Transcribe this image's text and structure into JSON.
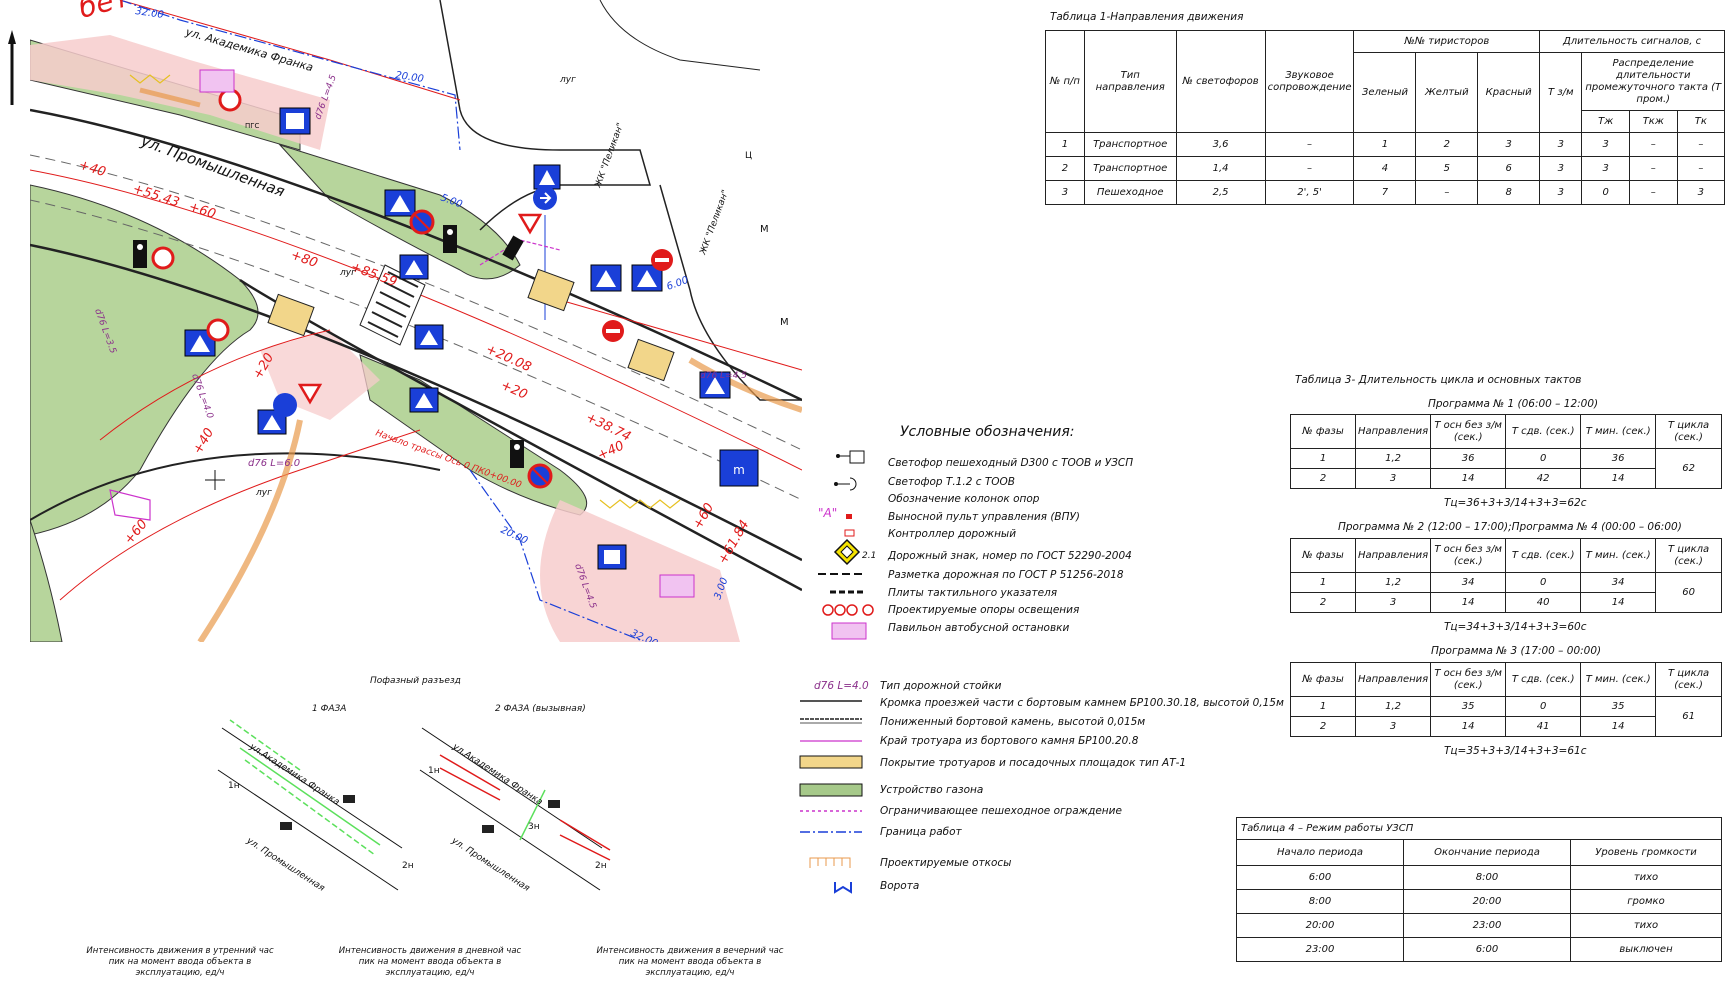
{
  "map": {
    "street_akademika": "ул. Академика Франка",
    "street_promyshlennaya": "ул. Промышленная",
    "dims": [
      "32.00",
      "20.00",
      "5.00",
      "20.00",
      "32.00",
      "3.00",
      "6.00"
    ],
    "pk_labels": [
      "+40",
      "+55.43",
      "+60",
      "+80",
      "+85.59",
      "+20",
      "+20.08",
      "+40",
      "+38.74",
      "+40",
      "+60",
      "+61.84",
      "+20",
      "+40",
      "+60"
    ],
    "lug": [
      "луг",
      "луг",
      "луг"
    ],
    "zk_labels": [
      "ЖК \"Пеликан\"",
      "ЖК \"Пеликан\""
    ],
    "start_label": "Начало трассы Ось 0 ПК0+00.00",
    "stand_labels": [
      "d76 L=4.5",
      "d76 L=6.0",
      "d76 L=4.5",
      "d76 L=3.5",
      "d76 L=4.0",
      "d76 L=4.5"
    ],
    "misc": [
      "Ц",
      "М",
      "ПГС",
      "м",
      "н",
      "А"
    ]
  },
  "table1": {
    "caption": "Таблица 1-Направления движения",
    "headers": {
      "num": "№ п/п",
      "type": "Тип направления",
      "lights": "№ светофоров",
      "sound": "Звуковое сопровождение",
      "thyristors": "№№ тиристоров",
      "green": "Зеленый",
      "yellow": "Желтый",
      "red": "Красный",
      "durations": "Длительность сигналов, с",
      "tzm": "Т з/м",
      "dist": "Распределение длительности промежуточного такта (Т пром.)",
      "tzh": "Тж",
      "tkzh": "Ткж",
      "tk": "Тк"
    },
    "rows": [
      [
        "1",
        "Транспортное",
        "3,6",
        "–",
        "1",
        "2",
        "3",
        "3",
        "3",
        "–",
        "–"
      ],
      [
        "2",
        "Транспортное",
        "1,4",
        "–",
        "4",
        "5",
        "6",
        "3",
        "3",
        "–",
        "–"
      ],
      [
        "3",
        "Пешеходное",
        "2,5",
        "2', 5'",
        "7",
        "–",
        "8",
        "3",
        "0",
        "–",
        "3"
      ]
    ]
  },
  "table3": {
    "caption": "Таблица 3-  Длительность цикла и основных тактов",
    "headers": [
      "№ фазы",
      "Направления",
      "Т осн без з/м (сек.)",
      "Т сдв. (сек.)",
      "Т мин. (сек.)",
      "Т цикла (сек.)"
    ],
    "programs": [
      {
        "title": "Программа № 1 (06:00 – 12:00)",
        "rows": [
          [
            "1",
            "1,2",
            "36",
            "0",
            "36"
          ],
          [
            "2",
            "3",
            "14",
            "42",
            "14"
          ]
        ],
        "cycle": "62",
        "formula": "Тц=36+3+3/14+3+3=62с"
      },
      {
        "title": "Программа № 2 (12:00 – 17:00);Программа № 4 (00:00 – 06:00)",
        "rows": [
          [
            "1",
            "1,2",
            "34",
            "0",
            "34"
          ],
          [
            "2",
            "3",
            "14",
            "40",
            "14"
          ]
        ],
        "cycle": "60",
        "formula": "Тц=34+3+3/14+3+3=60с"
      },
      {
        "title": "Программа № 3 (17:00 – 00:00)",
        "rows": [
          [
            "1",
            "1,2",
            "35",
            "0",
            "35"
          ],
          [
            "2",
            "3",
            "14",
            "41",
            "14"
          ]
        ],
        "cycle": "61",
        "formula": "Тц=35+3+3/14+3+3=61с"
      }
    ]
  },
  "table4": {
    "caption": "Таблица 4 – Режим работы УЗСП",
    "headers": [
      "Начало периода",
      "Окончание периода",
      "Уровень громкости"
    ],
    "rows": [
      [
        "6:00",
        "8:00",
        "тихо"
      ],
      [
        "8:00",
        "20:00",
        "громко"
      ],
      [
        "20:00",
        "23:00",
        "тихо"
      ],
      [
        "23:00",
        "6:00",
        "выключен"
      ]
    ]
  },
  "legend": {
    "title": "Условные обозначения:",
    "items": [
      "Светофор пешеходный D300 с ТООВ и УЗСП",
      "Светофор Т.1.2 с ТООВ",
      "Обозначение колонок опор",
      "Выносной пульт управления (ВПУ)",
      "Контроллер дорожный",
      "Дорожный знак, номер по ГОСТ 52290-2004",
      "Разметка дорожная по ГОСТ Р 51256-2018",
      "Плиты тактильного указателя",
      "Проектируемые опоры освещения",
      "Павильон автобусной остановки",
      "Тип дорожной стойки",
      "Кромка проезжей части с бортовым камнем БР100.30.18, высотой 0,15м",
      "Пониженный бортовой камень, высотой 0,015м",
      "Край тротуара из бортового камня БР100.20.8",
      "Покрытие тротуаров и посадочных площадок тип АТ-1",
      "Устройство газона",
      "Ограничивающее пешеходное ограждение",
      "Граница работ",
      "Проектируемые откосы",
      "Ворота"
    ],
    "stand_label": "d76 L=4.0",
    "a_label": "\"А\"",
    "sign_num": "2.1"
  },
  "phase": {
    "title": "Пофазный разъезд",
    "phase1": "1 ФАЗА",
    "phase2": "2 ФАЗА (вызывная)",
    "street_a": "ул.Академика Франка",
    "street_p": "ул. Промышленная",
    "labels": [
      "1н",
      "2н",
      "1н",
      "2н",
      "3н"
    ]
  },
  "intensity": [
    "Интенсивность движения в утренний час пик на момент ввода объекта в эксплуатацию, ед/ч",
    "Интенсивность движения в дневной час пик на момент ввода объекта в эксплуатацию, ед/ч",
    "Интенсивность движения в вечерний час пик на момент ввода объекта в эксплуатацию, ед/ч"
  ],
  "colors": {
    "red": "#e01b1b",
    "blue": "#1a3fd8",
    "green": "#a6c98a",
    "pink": "#f6c6c6",
    "orange": "#e89a4c",
    "yellow": "#f2d68a",
    "magenta": "#cc33cc"
  }
}
